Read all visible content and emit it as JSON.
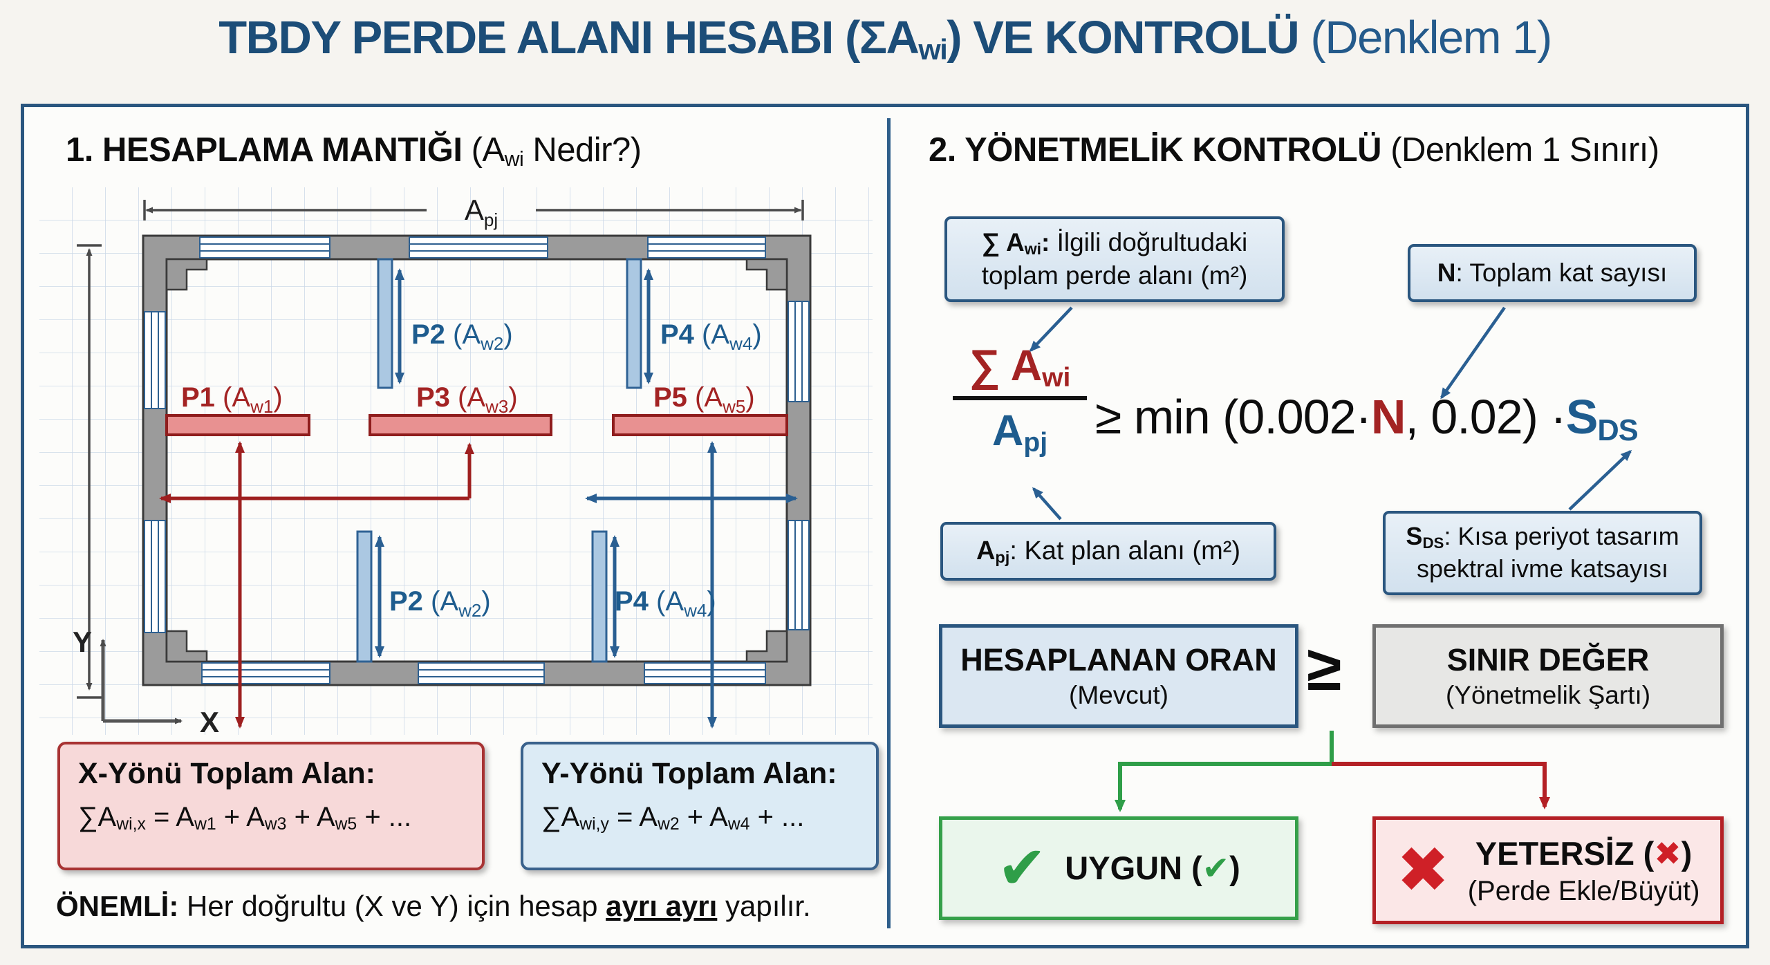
{
  "title": {
    "bold": [
      "TBDY PERDE ALANI HESABI (ΣA",
      "wi",
      ") VE KONTROLÜ"
    ],
    "light": " (Denklem 1)"
  },
  "left": {
    "heading": {
      "bold": "1. HESAPLAMA MANTIĞI",
      "rest": [
        " (A",
        "wi",
        " Nedir?)"
      ]
    },
    "plan": {
      "dim": [
        "A",
        "pj"
      ],
      "axis": {
        "x": "X",
        "y": "Y"
      },
      "labels": {
        "p1": {
          "name": "P1",
          "parts": [
            " (A",
            "w1",
            ")"
          ]
        },
        "p2": {
          "name": "P2",
          "parts": [
            " (A",
            "w2",
            ")"
          ]
        },
        "p3": {
          "name": "P3",
          "parts": [
            " (A",
            "w3",
            ")"
          ]
        },
        "p4": {
          "name": "P4",
          "parts": [
            " (A",
            "w4",
            ")"
          ]
        },
        "p5": {
          "name": "P5",
          "parts": [
            " (A",
            "w5",
            ")"
          ]
        }
      }
    },
    "xbox": {
      "title": "X-Yönü Toplam Alan:",
      "formula": [
        "∑A",
        "wi,x",
        " = A",
        "w1",
        " + A",
        "w3",
        " + A",
        "w5",
        " + ..."
      ]
    },
    "ybox": {
      "title": "Y-Yönü Toplam Alan:",
      "formula": [
        "∑A",
        "wi,y",
        " = A",
        "w2",
        " + A",
        "w4",
        " + ..."
      ]
    },
    "important": {
      "bold": "ÖNEMLİ:",
      "mid": " Her doğrultu (X ve Y) için hesap ",
      "underline": "ayrı ayrı",
      "end": " yapılır."
    }
  },
  "right": {
    "heading": {
      "bold": "2. YÖNETMELİK KONTROLÜ",
      "rest": " (Denklem 1 Sınırı)"
    },
    "callout_awi": {
      "line1": [
        "∑ A",
        "wi",
        ": İlgili doğrultudaki"
      ],
      "line2": "toplam perde alanı (m²)"
    },
    "callout_n": {
      "bold": "N",
      "rest": ": Toplam kat sayısı"
    },
    "callout_apj": {
      "parts": [
        "A",
        "pj",
        ": Kat plan alanı (m²)"
      ]
    },
    "callout_sds": {
      "line1": [
        "S",
        "DS",
        ": Kısa periyot tasarım"
      ],
      "line2": "spektral ivme katsayısı"
    },
    "formula": {
      "num": [
        "∑ A",
        "wi"
      ],
      "den": [
        "A",
        "pj"
      ],
      "geq": "≥ ",
      "fn": "min (0.002·",
      "n": "N",
      "mid": ", 0.02) ",
      "dot": "·",
      "s": "S",
      "s_sub": "DS"
    },
    "compare": {
      "left_title": "HESAPLANAN ORAN",
      "left_sub": "(Mevcut)",
      "op": "≥",
      "right_title": "SINIR DEĞER",
      "right_sub": "(Yönetmelik Şartı)"
    },
    "result_ok": {
      "icon": "✔",
      "label": [
        "UYGUN (",
        "✔",
        ")"
      ]
    },
    "result_fail": {
      "icon": "✖",
      "label": [
        "YETERSİZ (",
        "✖",
        ")"
      ],
      "line2": "(Perde Ekle/Büyüt)"
    }
  },
  "colors": {
    "title_blue": "#1c4d78",
    "frame_blue": "#2a567f",
    "wall_red_fill": "#e89191",
    "wall_red_border": "#8f1d1d",
    "wall_blue_fill": "#abc8e2",
    "wall_blue_border": "#2f6294",
    "red_text": "#a32323",
    "blue_text": "#1e5c8e",
    "green": "#2f9e48",
    "fail_red": "#b42025",
    "callout_fill": "#dce8f2",
    "pink_box_fill": "#f7d9d9",
    "blue_box_fill": "#dcebf5",
    "gray_wall": "#9b9b9b"
  }
}
